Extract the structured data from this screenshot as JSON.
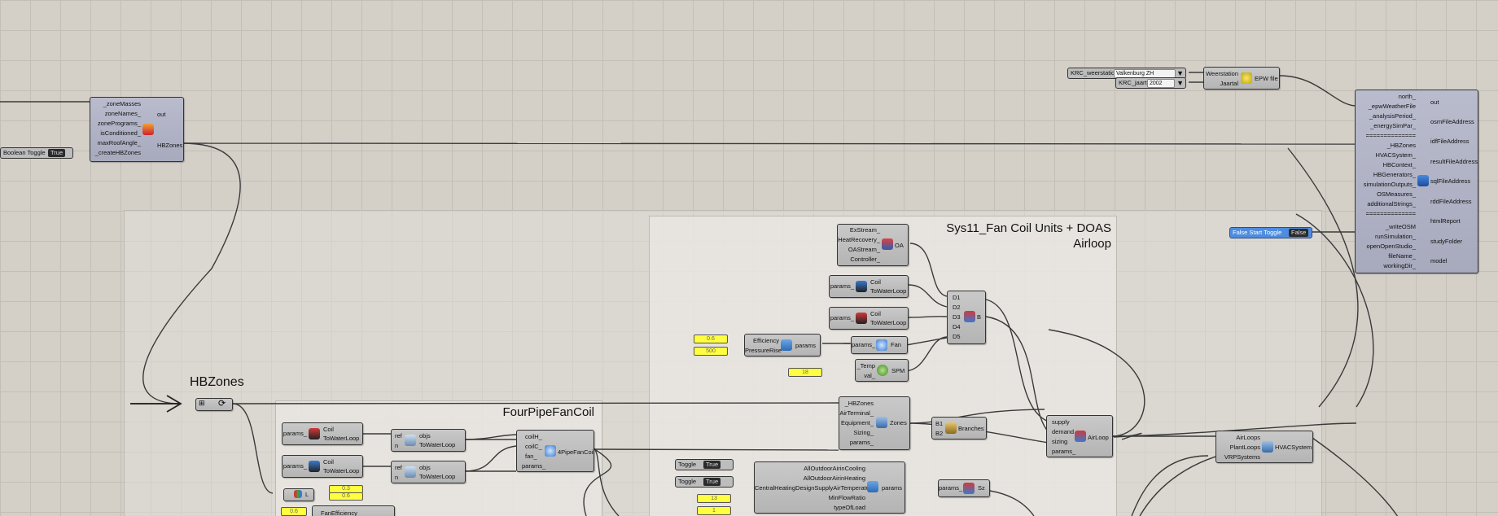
{
  "groups": {
    "fourpipe_title": "FourPipeFanCoil",
    "sys11_title_line1": "Sys11_Fan Coil Units + DOAS",
    "sys11_title_line2": "Airloop",
    "hbzones_title": "HBZones"
  },
  "create_hbzones": {
    "inputs": [
      "_zoneMasses",
      "zoneNames_",
      "zonePrograms_",
      "isConditioned_",
      "maxRoofAngle_",
      "_createHBZones"
    ],
    "outputs": [
      "out",
      "HBZones"
    ]
  },
  "boolean_toggle": {
    "label": "Boolean Toggle",
    "value": "True"
  },
  "false_start_toggle": {
    "label": "False Start Toggle",
    "value": "False"
  },
  "weather": {
    "station_label": "KRC_weerstations",
    "station_value": "Valkenburg ZH",
    "year_label": "KRC_jaartal",
    "year_value": "2002",
    "epw_inputs": [
      "Weerstation",
      "Jaartal"
    ],
    "epw_output": "EPW file"
  },
  "run_energy": {
    "inputs": [
      "north_",
      "_epwWeatherFile",
      "_analysisPeriod_",
      "_energySimPar_",
      "==============",
      "_HBZones",
      "HVACSystem_",
      "HBContext_",
      "HBGenerators_",
      "simulationOutputs_",
      "OSMeasures_",
      "additionalStrings_",
      "==============",
      "_writeOSM",
      "runSimulation_",
      "openOpenStudio_",
      "fileName_",
      "workingDir_"
    ],
    "outputs": [
      "out",
      "osmFileAddress",
      "idfFileAddress",
      "resultFileAddress",
      "sqlFileAddress",
      "rddFileAddress",
      "htmlReport",
      "studyFolder",
      "model"
    ]
  },
  "oa": {
    "inputs": [
      "ExStream_",
      "HeatRecovery_",
      "OAStream_",
      "Controller_"
    ],
    "output": "OA"
  },
  "coil1": {
    "input": "params_",
    "name_line1": "Coil",
    "name_line2": "ToWaterLoop"
  },
  "coil2": {
    "input": "params_",
    "name_line1": "Coil",
    "name_line2": "ToWaterLoop"
  },
  "fanparams": {
    "inputs": [
      "Efficiency",
      "PressureRise"
    ],
    "output": "params",
    "slider1": "0.6",
    "slider2": "500"
  },
  "fan": {
    "input": "params_",
    "output": "Fan"
  },
  "spm": {
    "inputs": [
      "_Temp",
      "val_"
    ],
    "output": "SPM",
    "slider": "18"
  },
  "branch": {
    "inputs": [
      "D1",
      "D2",
      "D3",
      "D4",
      "D5"
    ],
    "output": "B"
  },
  "zones": {
    "inputs": [
      "_HBZones",
      "AirTerminal_",
      "Equipment_",
      "Sizing_",
      "params_"
    ],
    "output": "Zones"
  },
  "branches": {
    "inputs": [
      "B1",
      "B2"
    ],
    "output": "Branches"
  },
  "airloop": {
    "inputs": [
      "supply",
      "demand",
      "sizing",
      "params_"
    ],
    "output": "AirLoop"
  },
  "sizing_toggles": [
    {
      "label": "Toggle",
      "value": "True"
    },
    {
      "label": "Toggle",
      "value": "True"
    }
  ],
  "sizing_params": {
    "inputs": [
      "AllOutdoorAirinCooling",
      "AllOutdoorAirinHeating",
      "CentralHeatingDesignSupplyAirTemperature",
      "MinFlowRatio",
      "typeOfLoad"
    ],
    "output": "params",
    "slider1": "13",
    "slider2": "1"
  },
  "sz": {
    "input": "params_",
    "output": "Sz"
  },
  "hvacsystem": {
    "inputs": [
      "AirLoops",
      "PlantLoops",
      "VRPSystems"
    ],
    "output": "HVACSystem"
  },
  "fp_coil1": {
    "input": "params_",
    "name_line1": "Coil",
    "name_line2": "ToWaterLoop"
  },
  "fp_coil2": {
    "input": "params_",
    "name_line1": "Coil",
    "name_line2": "ToWaterLoop"
  },
  "fp_objs1": {
    "inputs": [
      "ref",
      "n"
    ],
    "line1": "objs",
    "line2": "ToWaterLoop"
  },
  "fp_objs2": {
    "inputs": [
      "ref",
      "n"
    ],
    "line1": "objs",
    "line2": "ToWaterLoop"
  },
  "fp_fancoil": {
    "inputs": [
      "coilH_",
      "coilC_",
      "fan_",
      "params_"
    ],
    "output": "4PipeFanCoil"
  },
  "fp_misc": {
    "chart_label": "L",
    "slider_a": "0.3",
    "slider_b": "0.6",
    "bottom_slider": "0.6",
    "fanefficiency": "FanEfficiency"
  }
}
